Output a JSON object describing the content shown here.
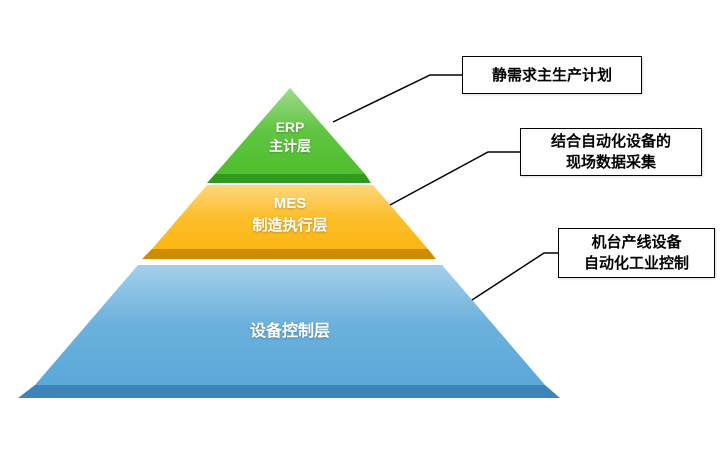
{
  "pyramid": {
    "layers": [
      {
        "lines": [
          "ERP",
          "主计层"
        ],
        "color": "#4fbe2d",
        "lip_color": "#2f9a1d"
      },
      {
        "lines": [
          "MES",
          "制造执行层"
        ],
        "color": "#fcb714",
        "lip_color": "#d08c00"
      },
      {
        "lines": [
          "设备控制层"
        ],
        "color": "#5ba8d9",
        "lip_color": "#3d85b8"
      }
    ]
  },
  "callouts": [
    {
      "lines": [
        "静需求主生产计划"
      ]
    },
    {
      "lines": [
        "结合自动化设备的",
        "现场数据采集"
      ]
    },
    {
      "lines": [
        "机台产线设备",
        "自动化工业控制"
      ]
    }
  ],
  "connector_color": "#000000"
}
